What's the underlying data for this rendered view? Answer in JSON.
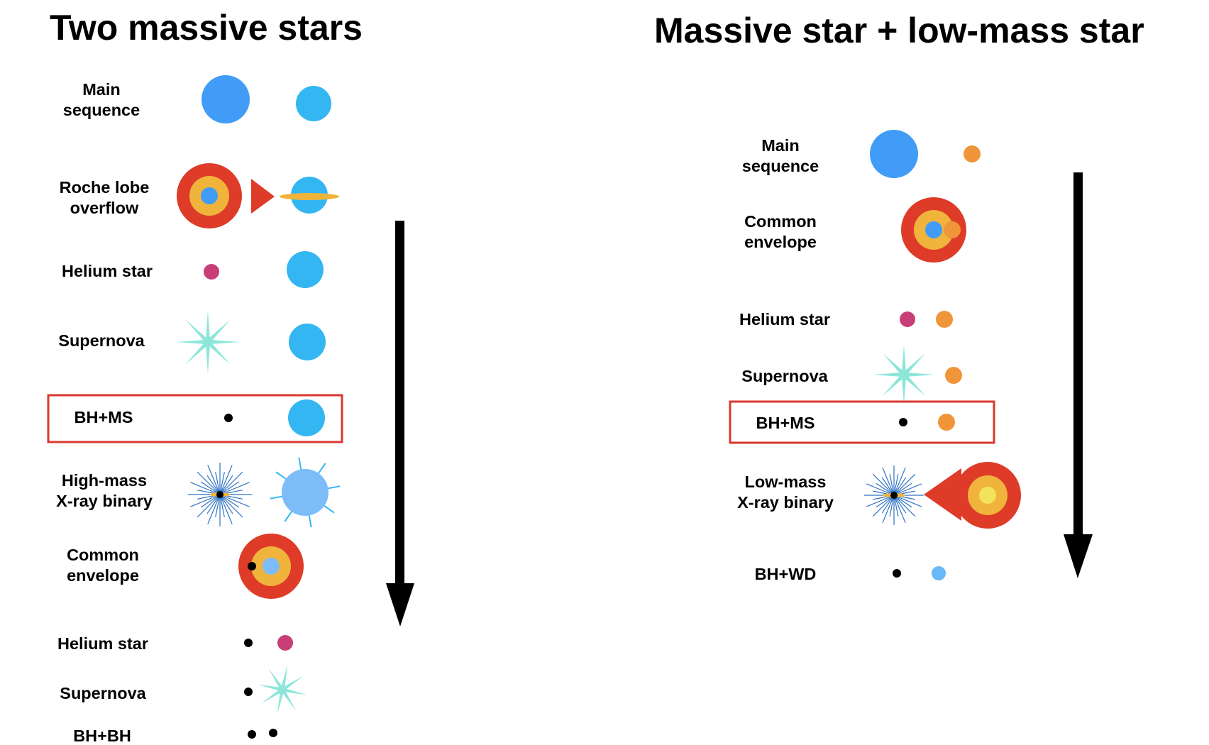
{
  "left": {
    "title": "Two massive stars",
    "stages": {
      "main_sequence": [
        "Main",
        "sequence"
      ],
      "roche_lobe_overflow": [
        "Roche lobe",
        "overflow"
      ],
      "helium_star_1": [
        "Helium star"
      ],
      "supernova_1": [
        "Supernova"
      ],
      "bh_ms": [
        "BH+MS"
      ],
      "hmxb": [
        "High-mass",
        "X-ray binary"
      ],
      "common_envelope": [
        "Common",
        "envelope"
      ],
      "helium_star_2": [
        "Helium star"
      ],
      "supernova_2": [
        "Supernova"
      ],
      "bh_bh": [
        "BH+BH"
      ]
    },
    "highlighted_stage": "BH+MS"
  },
  "right": {
    "title": "Massive star + low-mass star",
    "stages": {
      "main_sequence": [
        "Main",
        "sequence"
      ],
      "common_envelope": [
        "Common",
        "envelope"
      ],
      "helium_star": [
        "Helium star"
      ],
      "supernova": [
        "Supernova"
      ],
      "bh_ms": [
        "BH+MS"
      ],
      "lmxb": [
        "Low-mass",
        "X-ray binary"
      ],
      "bh_wd": [
        "BH+WD"
      ]
    },
    "highlighted_stage": "BH+MS"
  },
  "colors": {
    "massive_ms": "#409cf6",
    "companion_ms": "#34b6f3",
    "low_mass_star": "#f0953a",
    "envelope_red": "#de3b28",
    "envelope_yellow": "#f0b43c",
    "helium_star": "#c83f78",
    "supernova": "#8de6da",
    "black_hole": "#000000",
    "white_dwarf": "#6ab8f5",
    "highlight_box": "#d9382f",
    "xray_rays": "#2f72c4",
    "hmxb_companion": "#7cbdf9",
    "accretion_core": "#f2e35a"
  },
  "icons": [
    "time-arrow-icon",
    "supernova-burst-icon",
    "black-hole-icon",
    "accretion-disk-icon"
  ]
}
